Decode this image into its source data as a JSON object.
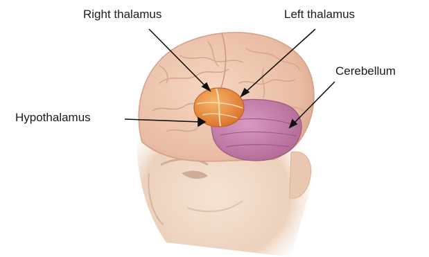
{
  "labels": {
    "right_thalamus": "Right thalamus",
    "left_thalamus": "Left thalamus",
    "cerebellum": "Cerebellum",
    "hypothalamus": "Hypothalamus"
  },
  "colors": {
    "skin": "#f1d9c4",
    "brain": "#f0c9b2",
    "brain_fold": "#d9a58c",
    "thalamus": "#e88a3a",
    "cerebellum": "#c27aa6",
    "leader_line": "#111111"
  }
}
